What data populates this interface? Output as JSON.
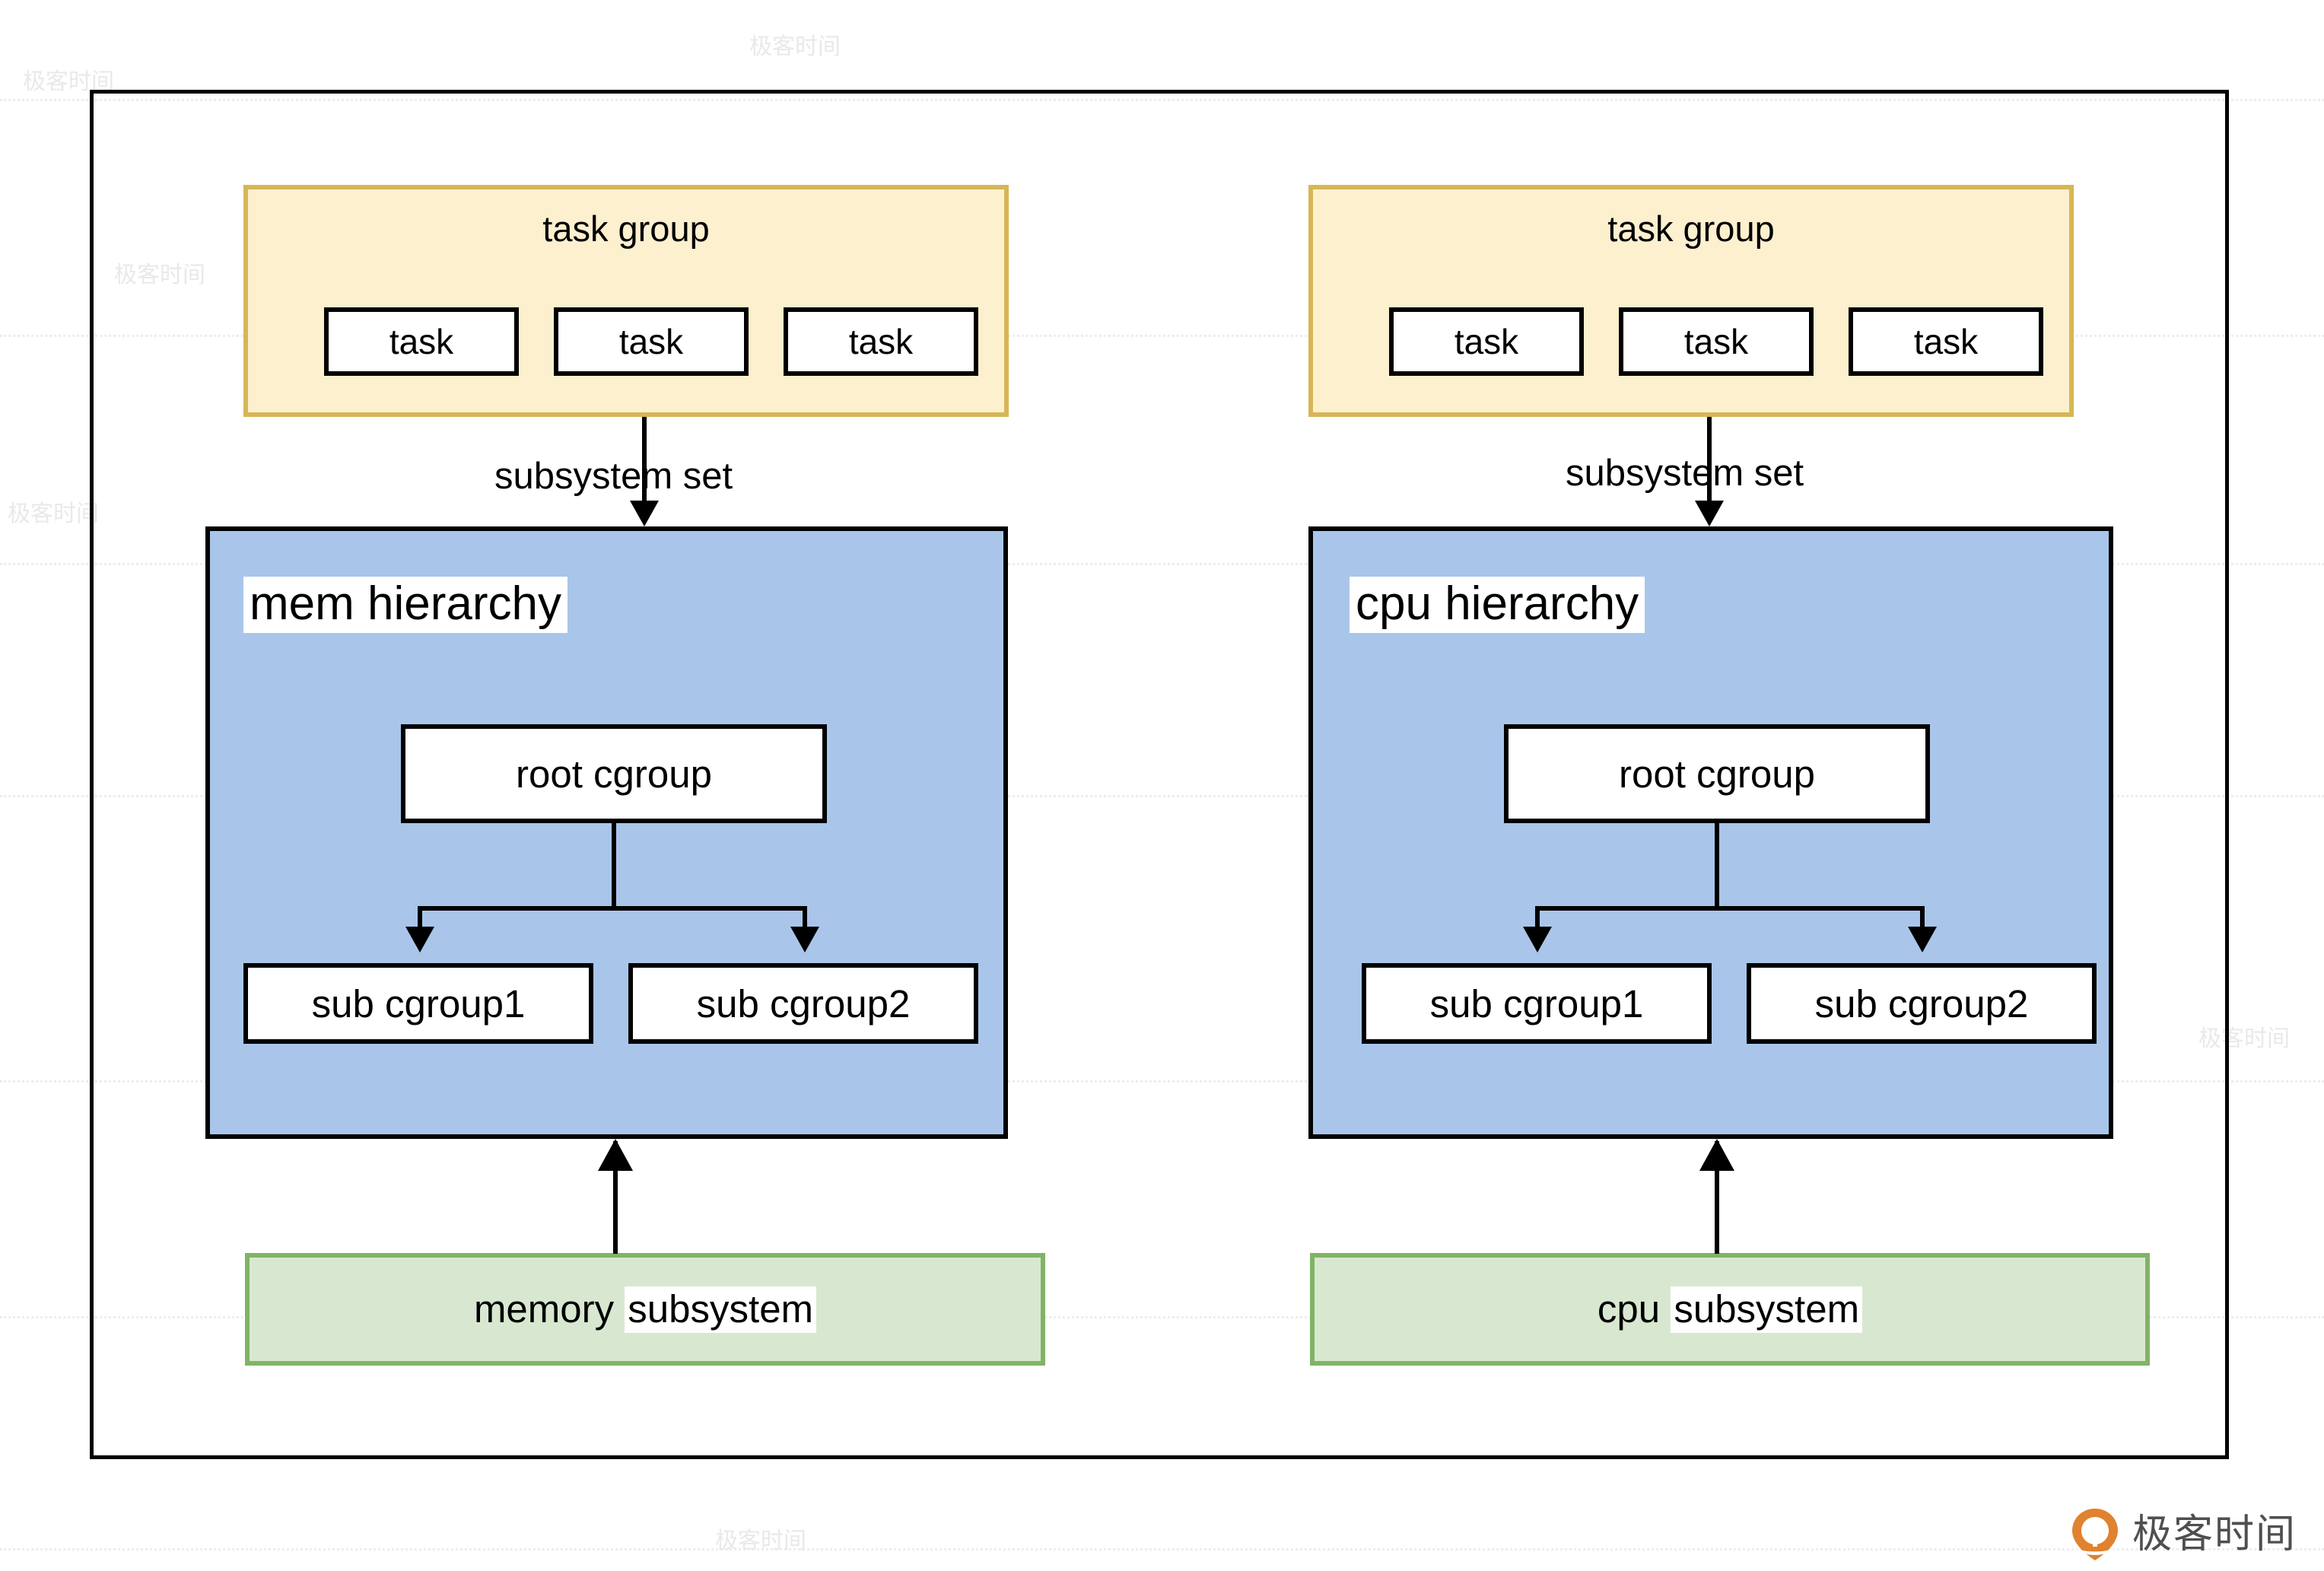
{
  "diagram": {
    "title_hidden": "cgroup hierarchy diagram",
    "colors": {
      "task_group_fill": "#fdf0cf",
      "task_group_border": "#d6b656",
      "hierarchy_fill": "#a9c6ea",
      "hierarchy_border": "#000000",
      "subsystem_fill": "#d8e8d0",
      "subsystem_border": "#81b366",
      "box_fill": "#ffffff",
      "box_border": "#000000",
      "frame_border": "#000000",
      "brand_orange": "#e0822f",
      "brand_gray": "#4f4f4f"
    },
    "columns": [
      {
        "id": "mem",
        "task_group": {
          "label": "task group",
          "tasks": [
            "task",
            "task",
            "task"
          ]
        },
        "edge_label": "subsystem set",
        "hierarchy": {
          "label": "mem hierarchy",
          "root": "root cgroup",
          "children": [
            "sub cgroup1",
            "sub cgroup2"
          ]
        },
        "subsystem": {
          "prefix": "memory",
          "highlight": "subsystem"
        }
      },
      {
        "id": "cpu",
        "task_group": {
          "label": "task group",
          "tasks": [
            "task",
            "task",
            "task"
          ]
        },
        "edge_label": "subsystem set",
        "hierarchy": {
          "label": "cpu hierarchy",
          "root": "root cgroup",
          "children": [
            "sub cgroup1",
            "sub cgroup2"
          ]
        },
        "subsystem": {
          "prefix": "cpu",
          "highlight": "subsystem"
        }
      }
    ]
  },
  "brand": {
    "name": "极客时间",
    "mark": "geektime-pin-icon"
  },
  "watermark": {
    "text": "极客时间"
  }
}
